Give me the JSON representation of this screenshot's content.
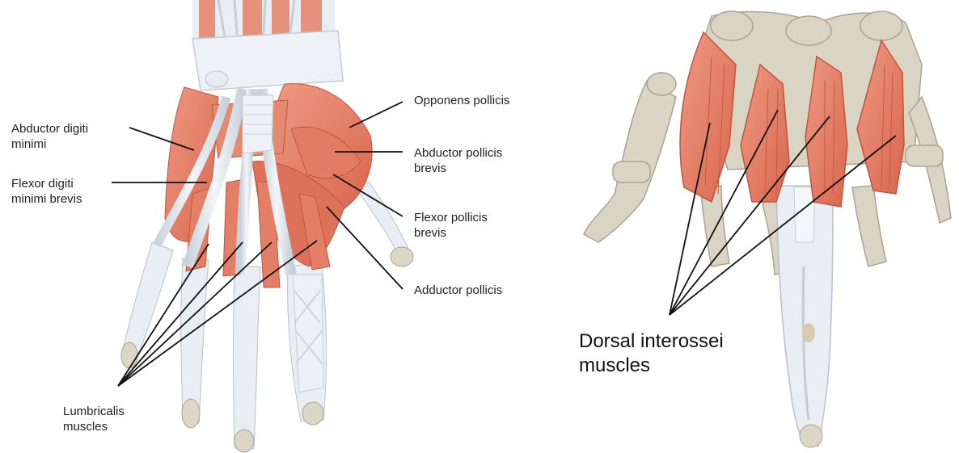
{
  "palm_labels": {
    "abductor_digiti_minimi": "Abductor digiti\nminimi",
    "flexor_digiti_minimi_brevis": "Flexor digiti\nminimi brevis",
    "opponens_pollicis": "Opponens pollicis",
    "abductor_pollicis_brevis": "Abductor pollicis\nbrevis",
    "flexor_pollicis_brevis": "Flexor pollicis\nbrevis",
    "adductor_pollicis": "Adductor pollicis",
    "lumbricalis_muscles": "Lumbricalis\nmuscles"
  },
  "dorsal_labels": {
    "dorsal_interossei": "Dorsal interossei\nmuscles"
  },
  "colors": {
    "muscle": "#e8826b",
    "muscle_dark": "#d8674f",
    "tendon": "#e4e9ef",
    "bone": "#d9d4c4",
    "bone_edge": "#a9a393",
    "leader_line": "#111111"
  }
}
